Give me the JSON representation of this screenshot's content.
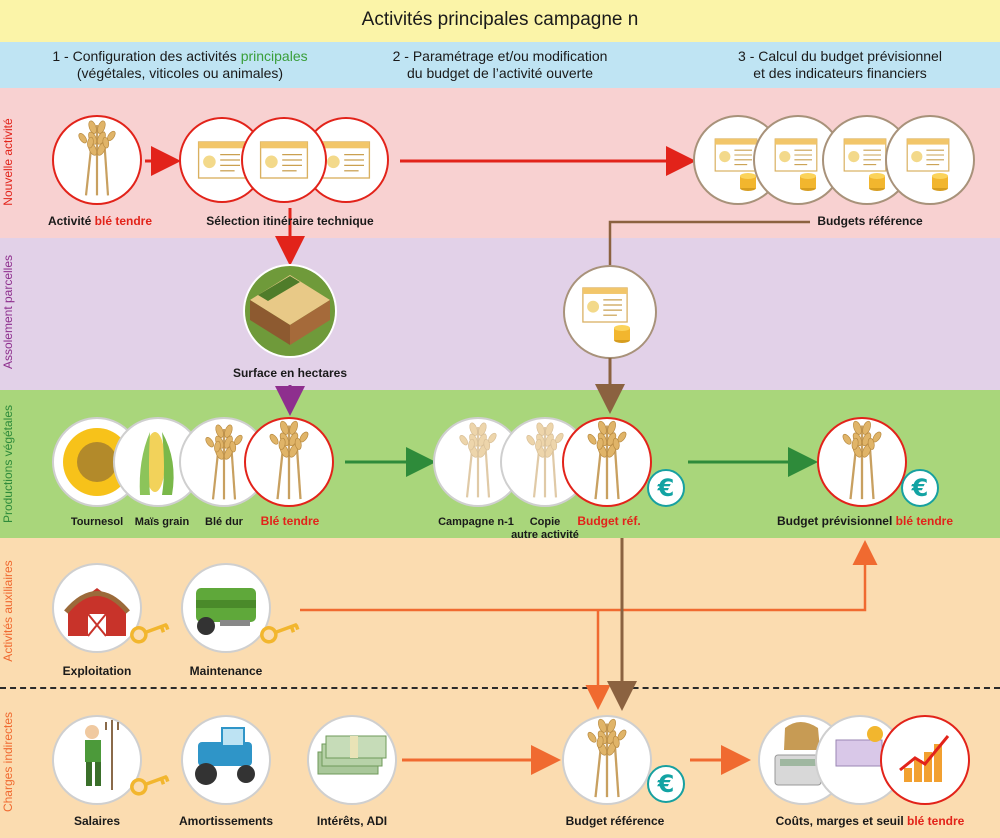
{
  "title": "Activités principales campagne n",
  "steps": [
    {
      "line1_a": "1 - Configuration des activités ",
      "line1_b": "principales",
      "line2": "(végétales, viticoles ou animales)"
    },
    {
      "line1": "2 - Paramétrage et/ou modification",
      "line2": "du budget de l’activité ouverte"
    },
    {
      "line1": "3 - Calcul du budget prévisionnel",
      "line2": "et des indicateurs financiers"
    }
  ],
  "rows": {
    "new": "Nouvelle activité",
    "assolement": "Assolement parcelles",
    "productions": "Productions végétales",
    "auxiliaires": "Activités auxiliaires",
    "indirectes": "Charges indirectes"
  },
  "labels": {
    "activite_a": "Activité ",
    "activite_b": "blé tendre",
    "selection": "Sélection itinéraire technique",
    "budgets_ref": "Budgets référence",
    "surface": "Surface en hectares",
    "tournesol": "Tournesol",
    "mais": "Maïs grain",
    "ble_dur": "Blé dur",
    "ble_tendre": "Blé tendre",
    "campagne": "Campagne n-1",
    "copie_1": "Copie",
    "copie_2": "autre activité",
    "budget_ref": "Budget réf.",
    "budget_prev_a": "Budget prévisionnel ",
    "budget_prev_b": "blé tendre",
    "exploitation": "Exploitation",
    "maintenance": "Maintenance",
    "salaires": "Salaires",
    "amortissements": "Amortissements",
    "interets": "Intérêts, ADI",
    "budget_reference": "Budget référence",
    "couts_a": "Coûts, marges et seuil ",
    "couts_b": "blé tendre"
  },
  "colors": {
    "red": "#e2231a",
    "green": "#2e8b3a",
    "purple": "#8e2f8e",
    "brown": "#8b6240",
    "orange": "#f06a30"
  },
  "icons": [
    "wheat-icon",
    "sunflower-icon",
    "corn-icon",
    "field-icon",
    "document-icon",
    "barn-icon",
    "baler-icon",
    "key-icon",
    "farmer-icon",
    "tractor-icon",
    "banknotes-icon",
    "euro-icon",
    "calculator-icon",
    "chart-icon"
  ]
}
